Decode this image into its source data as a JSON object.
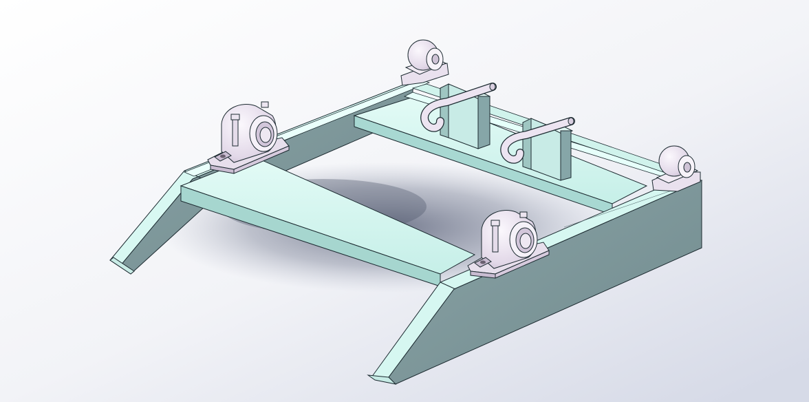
{
  "viewport": {
    "background_colors": [
      "#ffffff",
      "#dfe2ee",
      "#c9cedf"
    ],
    "model": {
      "name": "conveyor-frame-assembly",
      "colors": {
        "frame_top": "#dcfaf4",
        "frame_face": "#b8e6e0",
        "frame_side": "#7f9a9c",
        "frame_dark": "#6f8a8c",
        "edge": "#1c2a30",
        "bearing_light": "#f3eef6",
        "bearing_mid": "#dcd0e2",
        "bearing_dark": "#bfb0c8",
        "bracket": "#9fc6c2",
        "shadow": "#596073"
      },
      "components": [
        "left-rail",
        "right-rail",
        "rear-crossbar",
        "front-crossbar",
        "pillow-block-bearing-left",
        "pillow-block-bearing-front",
        "roller-support-rear-left",
        "roller-support-rear-right",
        "hook-bracket-left",
        "hook-bracket-right"
      ]
    }
  }
}
